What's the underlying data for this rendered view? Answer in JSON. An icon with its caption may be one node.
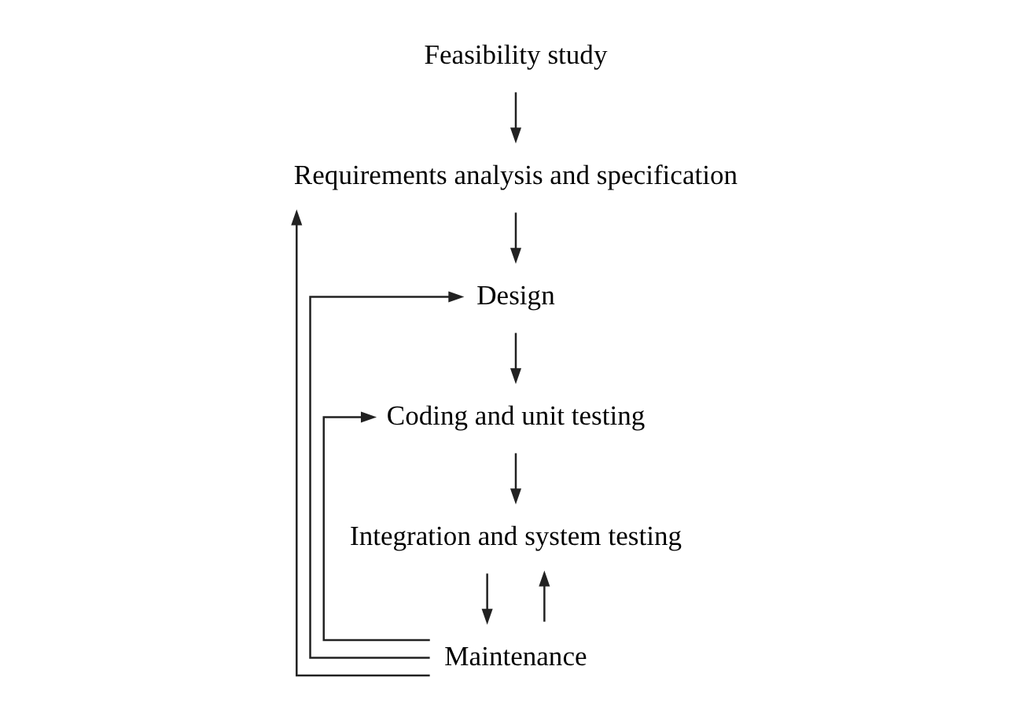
{
  "diagram": {
    "nodes": [
      {
        "text": [
          "Feasibility study"
        ]
      },
      {
        "text": [
          "Requirements analysis and specification"
        ]
      },
      {
        "text": [
          "Design"
        ]
      },
      {
        "text": [
          "Coding and unit testing"
        ]
      },
      {
        "text": [
          "Integration and system testing"
        ]
      },
      {
        "text": [
          "Maintenance"
        ]
      }
    ],
    "edges": [
      {
        "from": 0,
        "to": 1,
        "arrow": "to"
      },
      {
        "from": 1,
        "to": 2,
        "arrow": "to"
      },
      {
        "from": 2,
        "to": 3,
        "arrow": "to"
      },
      {
        "from": 3,
        "to": 4,
        "arrow": "to"
      },
      {
        "from": 4,
        "to": 5,
        "arrow": "to"
      },
      {
        "from": 5,
        "to": 1,
        "arrow": "to"
      },
      {
        "from": 5,
        "to": 2,
        "arrow": "to"
      },
      {
        "from": 5,
        "to": 3,
        "arrow": "to"
      },
      {
        "from": 5,
        "to": 4,
        "arrow": "to"
      }
    ]
  }
}
